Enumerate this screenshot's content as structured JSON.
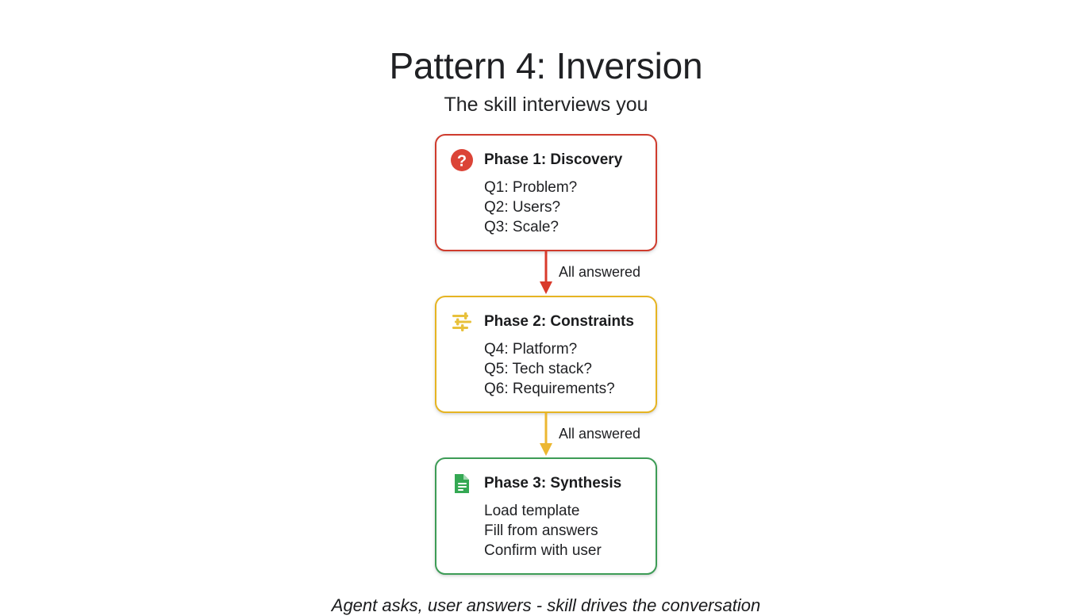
{
  "header": {
    "title": "Pattern 4: Inversion",
    "subtitle": "The skill interviews you"
  },
  "colors": {
    "red": "#cf3b2d",
    "red_icon": "#db4437",
    "yellow": "#e6b422",
    "yellow_icon": "#e8c13c",
    "green": "#3d9c56",
    "green_icon": "#34a853",
    "text": "#202124",
    "background": "#ffffff"
  },
  "phases": [
    {
      "id": "discovery",
      "icon": "question-mark-circle-icon",
      "color": "red",
      "title": "Phase 1: Discovery",
      "lines": [
        "Q1: Problem?",
        "Q2: Users?",
        "Q3: Scale?"
      ]
    },
    {
      "id": "constraints",
      "icon": "sliders-tune-icon",
      "color": "yellow",
      "title": "Phase 2: Constraints",
      "lines": [
        "Q4: Platform?",
        "Q5: Tech stack?",
        "Q6: Requirements?"
      ]
    },
    {
      "id": "synthesis",
      "icon": "document-icon",
      "color": "green",
      "title": "Phase 3: Synthesis",
      "lines": [
        "Load template",
        "Fill from answers",
        "Confirm with user"
      ]
    }
  ],
  "connectors": [
    {
      "id": "discovery-to-constraints",
      "label": "All answered",
      "color": "red"
    },
    {
      "id": "constraints-to-synthesis",
      "label": "All answered",
      "color": "yellow"
    }
  ],
  "footer": {
    "note": "Agent asks, user answers - skill drives the conversation"
  }
}
